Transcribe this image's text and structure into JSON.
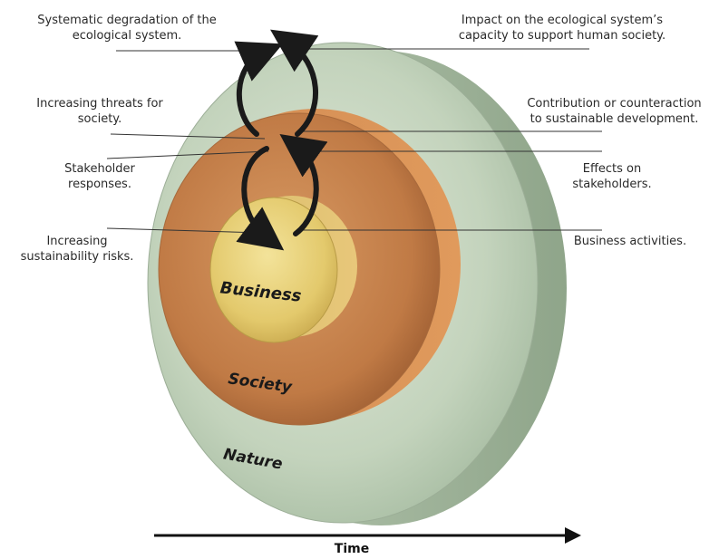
{
  "layers": {
    "nature": "Nature",
    "society": "Society",
    "business": "Business"
  },
  "labels": {
    "degradation": [
      "Systematic degradation of the",
      "ecological system."
    ],
    "impact": [
      "Impact on the ecological system’s",
      "capacity to support human society."
    ],
    "threats": [
      "Increasing threats for",
      "society."
    ],
    "contribution": [
      "Contribution or counteraction",
      "to sustainable development."
    ],
    "responses": [
      "Stakeholder",
      "responses."
    ],
    "effects": [
      "Effects on",
      "stakeholders."
    ],
    "risks": [
      "Increasing",
      "sustainability risks."
    ],
    "activities": [
      "Business activities."
    ]
  },
  "axis": {
    "label": "Time"
  },
  "colors": {
    "nature": "#c9d7c2",
    "nature_side": "#9fb39a",
    "society": "#c9864f",
    "business": "#e6cf7a",
    "arrow": "#1a1a1a"
  }
}
